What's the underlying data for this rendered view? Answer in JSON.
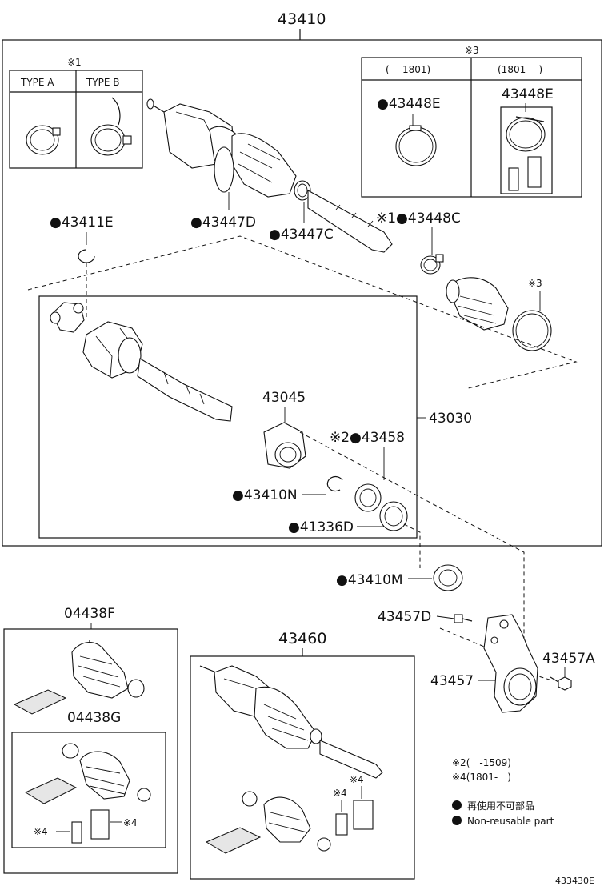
{
  "labels": {
    "main_assembly": "43410",
    "note1_mark": "※1",
    "type_a": "TYPE A",
    "type_b": "TYPE B",
    "note3_mark": "※3",
    "range_early": "(　-1801)",
    "range_late": "(1801-　)",
    "p43448E_a": "●43448E",
    "p43448E_b": "43448E",
    "p43411E": "●43411E",
    "p43447D": "●43447D",
    "p43447C": "●43447C",
    "p43448C": "※1●43448C",
    "note3_small": "※3",
    "p43045": "43045",
    "p43030": "43030",
    "p43458": "※2●43458",
    "p43410N": "●43410N",
    "p41336D": "●41336D",
    "p43410M": "●43410M",
    "p43457D": "43457D",
    "p43457A": "43457A",
    "p43457": "43457",
    "p04438F": "04438F",
    "p04438G": "04438G",
    "note4_a": "※4",
    "note4_b": "※4",
    "p43460": "43460",
    "note4_c": "※4",
    "note4_d": "※4",
    "legend_note2": "※2(　-1509)",
    "legend_note4": "※4(1801-　)",
    "legend_jp": "再使用不可部品",
    "legend_en": "Non-reusable part",
    "figure_code": "433430E"
  }
}
